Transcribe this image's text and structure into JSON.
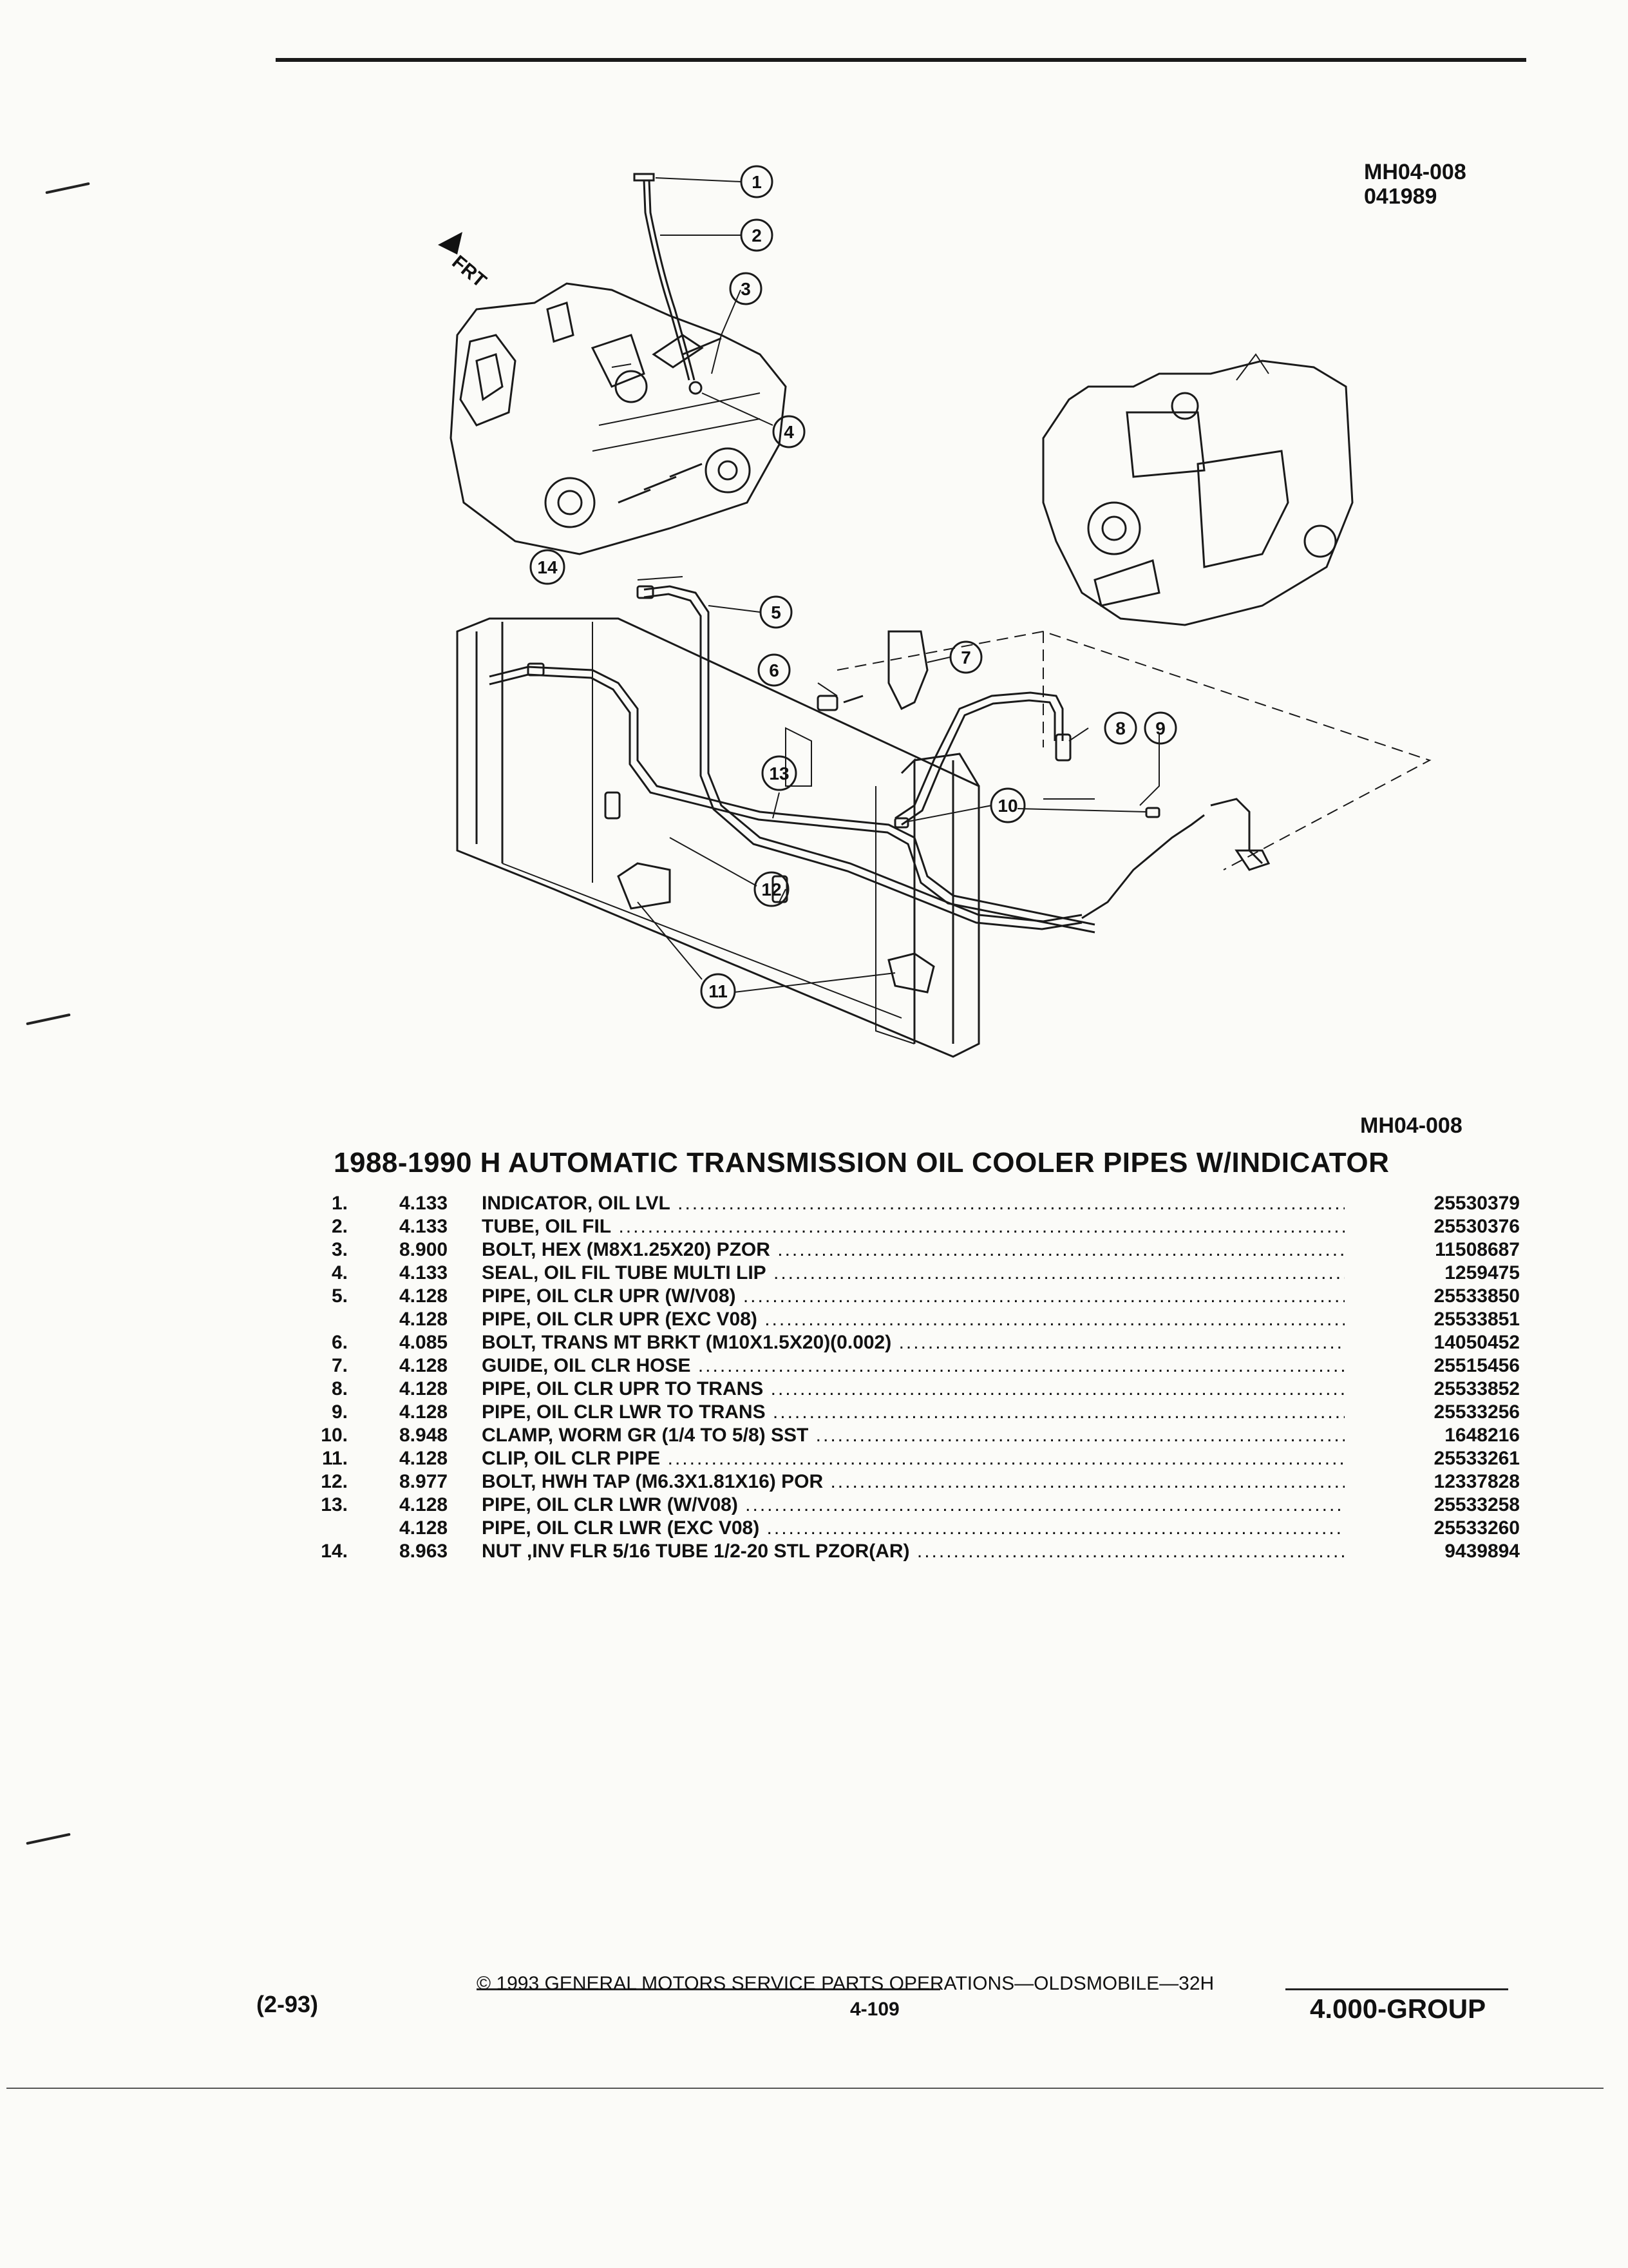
{
  "header": {
    "ref_code": "MH04-008",
    "ref_date": "041989"
  },
  "figure": {
    "id_label": "MH04-008",
    "front_label": "FRT",
    "callouts": [
      "1",
      "2",
      "3",
      "4",
      "5",
      "6",
      "7",
      "8",
      "9",
      "10",
      "11",
      "12",
      "13",
      "14"
    ]
  },
  "title": "1988-1990 H AUTOMATIC TRANSMISSION OIL COOLER PIPES W/INDICATOR",
  "parts": [
    {
      "num": "1.",
      "group": "4.133",
      "name": "INDICATOR",
      "desc": ", OIL LVL",
      "pn": "25530379"
    },
    {
      "num": "2.",
      "group": "4.133",
      "name": "TUBE",
      "desc": ", OIL FIL",
      "pn": "25530376"
    },
    {
      "num": "3.",
      "group": "8.900",
      "name": "BOLT",
      "desc": ", HEX (M8X1.25X20) PZOR",
      "pn": "11508687"
    },
    {
      "num": "4.",
      "group": "4.133",
      "name": "SEAL",
      "desc": ", OIL FIL TUBE MULTI LIP",
      "pn": "1259475"
    },
    {
      "num": "5.",
      "group": "4.128",
      "name": "PIPE",
      "desc": ", OIL CLR UPR (W/V08)",
      "pn": "25533850"
    },
    {
      "num": "",
      "group": "4.128",
      "name": "PIPE",
      "desc": ", OIL CLR UPR (EXC V08)",
      "pn": "25533851"
    },
    {
      "num": "6.",
      "group": "4.085",
      "name": "BOLT",
      "desc": ", TRANS MT BRKT (M10X1.5X20)(0.002)",
      "pn": "14050452"
    },
    {
      "num": "7.",
      "group": "4.128",
      "name": "GUIDE",
      "desc": ", OIL CLR HOSE",
      "pn": "25515456"
    },
    {
      "num": "8.",
      "group": "4.128",
      "name": "PIPE",
      "desc": ", OIL CLR UPR TO TRANS",
      "pn": "25533852"
    },
    {
      "num": "9.",
      "group": "4.128",
      "name": "PIPE",
      "desc": ", OIL CLR LWR TO TRANS",
      "pn": "25533256"
    },
    {
      "num": "10.",
      "group": "8.948",
      "name": "CLAMP",
      "desc": ", WORM GR (1/4 TO 5/8) SST",
      "pn": "1648216"
    },
    {
      "num": "11.",
      "group": "4.128",
      "name": "CLIP",
      "desc": ", OIL CLR PIPE",
      "pn": "25533261"
    },
    {
      "num": "12.",
      "group": "8.977",
      "name": "BOLT",
      "desc": ", HWH TAP (M6.3X1.81X16) POR",
      "pn": "12337828"
    },
    {
      "num": "13.",
      "group": "4.128",
      "name": "PIPE",
      "desc": ", OIL CLR LWR (W/V08)",
      "pn": "25533258"
    },
    {
      "num": "",
      "group": "4.128",
      "name": "PIPE",
      "desc": ", OIL CLR LWR (EXC V08)",
      "pn": "25533260"
    },
    {
      "num": "14.",
      "group": "8.963",
      "name": "NUT",
      "desc": " ,INV FLR 5/16 TUBE 1/2-20 STL PZOR(AR)",
      "pn": "9439894"
    }
  ],
  "footer": {
    "revision": "(2-93)",
    "copyright": "© 1993 GENERAL MOTORS SERVICE PARTS OPERATIONS—OLDSMOBILE—32H",
    "page": "4-109",
    "group": "4.000-GROUP"
  }
}
